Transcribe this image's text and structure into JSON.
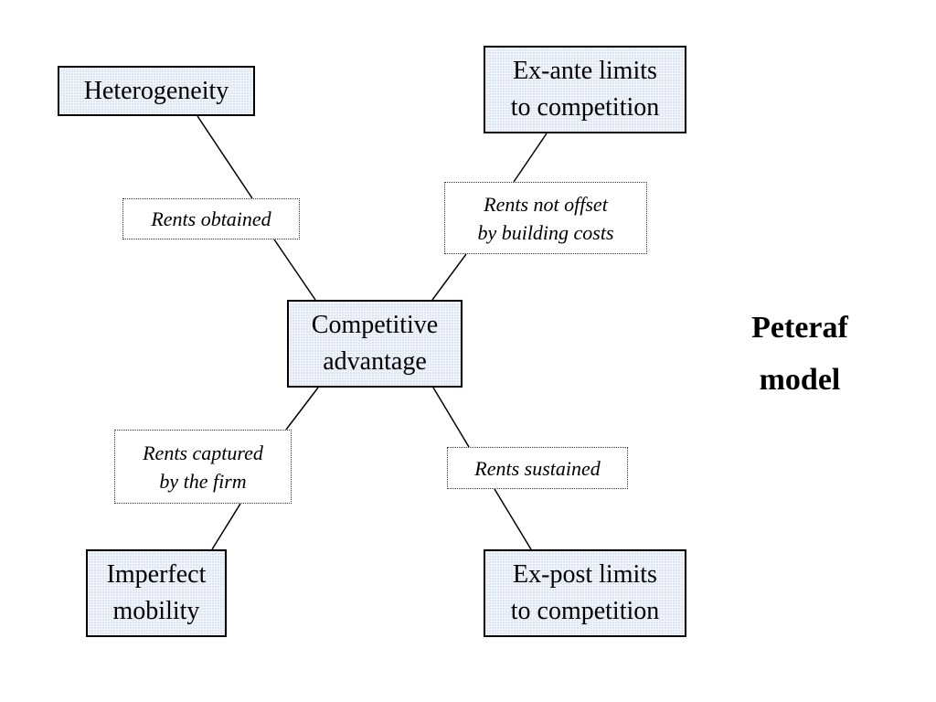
{
  "nodes": {
    "heterogeneity": "Heterogeneity",
    "ex_ante": "Ex-ante limits\nto competition",
    "competitive_advantage": "Competitive\nadvantage",
    "imperfect_mobility": "Imperfect\nmobility",
    "ex_post": "Ex-post limits\nto competition"
  },
  "relations": {
    "rents_obtained": "Rents obtained",
    "rents_not_offset": "Rents not offset\nby  building costs",
    "rents_captured": "Rents captured\nby the firm",
    "rents_sustained": "Rents sustained"
  },
  "title": "Peteraf\nmodel",
  "colors": {
    "node_fill": "#dde6f3",
    "border": "#000000"
  }
}
